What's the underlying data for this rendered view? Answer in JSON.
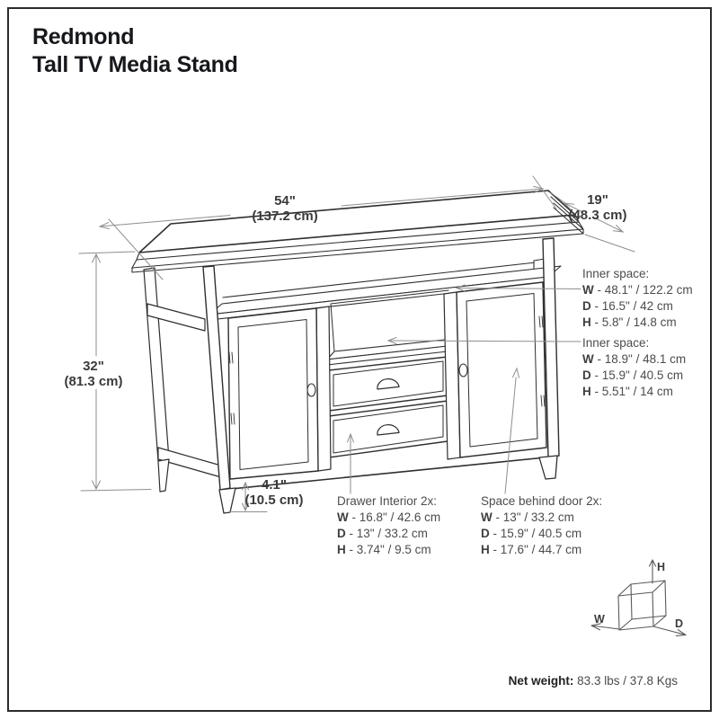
{
  "title": {
    "line1": "Redmond",
    "line2": "Tall TV Media Stand"
  },
  "dimensions": {
    "width": {
      "inches": "54\"",
      "metric": "(137.2 cm)"
    },
    "depth": {
      "inches": "19\"",
      "metric": "(48.3 cm)"
    },
    "height": {
      "inches": "32\"",
      "metric": "(81.3 cm)"
    },
    "leg_height": {
      "inches": "4.1\"",
      "metric": "(10.5 cm)"
    }
  },
  "specs": {
    "inner_space_top": {
      "heading": "Inner space:",
      "rows": [
        {
          "k": "W",
          "v": "- 48.1\" / 122.2 cm"
        },
        {
          "k": "D",
          "v": "- 16.5\" / 42 cm"
        },
        {
          "k": "H",
          "v": "- 5.8\" / 14.8 cm"
        }
      ]
    },
    "inner_space_middle": {
      "heading": "Inner space:",
      "rows": [
        {
          "k": "W",
          "v": "- 18.9\" / 48.1 cm"
        },
        {
          "k": "D",
          "v": "- 15.9\" / 40.5 cm"
        },
        {
          "k": "H",
          "v": "- 5.51\" / 14 cm"
        }
      ]
    },
    "drawer_interior": {
      "heading": "Drawer Interior 2x:",
      "rows": [
        {
          "k": "W",
          "v": "- 16.8\" / 42.6 cm"
        },
        {
          "k": "D",
          "v": "- 13\" / 33.2 cm"
        },
        {
          "k": "H",
          "v": "- 3.74\" / 9.5 cm"
        }
      ]
    },
    "space_behind_door": {
      "heading": "Space behind door 2x:",
      "rows": [
        {
          "k": "W",
          "v": "- 13\" / 33.2 cm"
        },
        {
          "k": "D",
          "v": "- 15.9\" / 40.5 cm"
        },
        {
          "k": "H",
          "v": "- 17.6\" / 44.7 cm"
        }
      ]
    }
  },
  "net_weight": {
    "label": "Net weight:",
    "value": "83.3 lbs / 37.8 Kgs"
  },
  "axis_cube": {
    "w": "W",
    "d": "D",
    "h": "H"
  },
  "colors": {
    "furniture_line": "#2f2f2f",
    "annotation_line": "#8e8e8e",
    "text": "#4c4c4c",
    "border": "#2b2b2b"
  }
}
